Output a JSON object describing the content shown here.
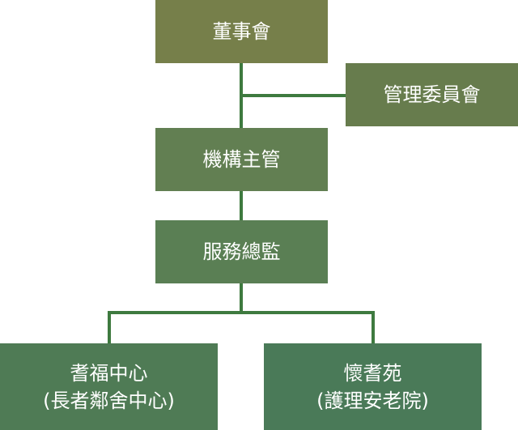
{
  "org_chart": {
    "board": {
      "title": "董事會"
    },
    "management_committee": {
      "title": "管理委員會"
    },
    "institution_director": {
      "title": "機構主管"
    },
    "service_director": {
      "title": "服務總監"
    },
    "elderly_center": {
      "title": "耆福中心",
      "subtitle": "(長者鄰舍中心)"
    },
    "care_home": {
      "title": "懷耆苑",
      "subtitle": "(護理安老院)"
    }
  },
  "colors": {
    "connector": "#3e7a3f",
    "board": "#767f4a",
    "management_committee": "#677c4d",
    "institution_director": "#627f52",
    "service_director": "#5a7f54",
    "elderly_center": "#4f7b55",
    "care_home": "#4a7a58"
  }
}
